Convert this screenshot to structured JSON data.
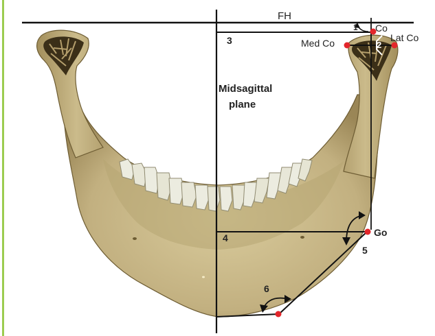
{
  "colors": {
    "accent_bar": "#9ccc4f",
    "bone": "#c9b98a",
    "bone_shadow": "#8f7d4e",
    "bone_dark": "#5b4a28",
    "tooth": "#ecece0",
    "line": "#111111",
    "landmark": "#e3262b"
  },
  "labels": {
    "fh": "FH",
    "co": "Co",
    "lat_co": "Lat Co",
    "med_co": "Med Co",
    "midsagittal_line1": "Midsagittal",
    "midsagittal_line2": "plane",
    "go": "Go",
    "n1": "1",
    "n2": "2",
    "n3": "3",
    "n4": "4",
    "n5": "5",
    "n6": "6"
  },
  "icons": {
    "landmark": "red-dot",
    "angle_arc": "double-arrow-arc"
  }
}
